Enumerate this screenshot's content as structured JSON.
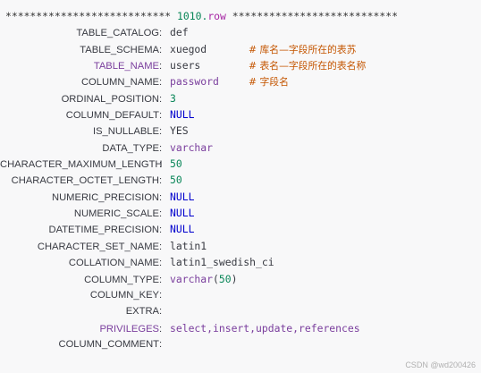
{
  "header": {
    "stars_left": "*************************** ",
    "row_number": "1010.",
    "row_word": "row",
    "stars_right": " ***************************"
  },
  "rows": [
    {
      "key": "TABLE_CATALOG",
      "value": "def",
      "comment": ""
    },
    {
      "key": "TABLE_SCHEMA",
      "value": "xuegod",
      "comment": "# 库名—字段所在的表苏"
    },
    {
      "key": "TABLE_NAME",
      "value": "users",
      "comment": "# 表名—字段所在的表名称"
    },
    {
      "key": "COLUMN_NAME",
      "value": "password",
      "comment": "# 字段名"
    },
    {
      "key": "ORDINAL_POSITION",
      "value": "3",
      "comment": ""
    },
    {
      "key": "COLUMN_DEFAULT",
      "value": "NULL",
      "comment": ""
    },
    {
      "key": "IS_NULLABLE",
      "value": "YES",
      "comment": ""
    },
    {
      "key": "DATA_TYPE",
      "value": "varchar",
      "comment": ""
    },
    {
      "key": "CHARACTER_MAXIMUM_LENGTH",
      "value": "50",
      "comment": ""
    },
    {
      "key": "CHARACTER_OCTET_LENGTH",
      "value": "50",
      "comment": ""
    },
    {
      "key": "NUMERIC_PRECISION",
      "value": "NULL",
      "comment": ""
    },
    {
      "key": "NUMERIC_SCALE",
      "value": "NULL",
      "comment": ""
    },
    {
      "key": "DATETIME_PRECISION",
      "value": "NULL",
      "comment": ""
    },
    {
      "key": "CHARACTER_SET_NAME",
      "value": "latin1",
      "comment": ""
    },
    {
      "key": "COLLATION_NAME",
      "value": "latin1_swedish_ci",
      "comment": ""
    },
    {
      "key": "COLUMN_TYPE",
      "value_word": "varchar",
      "value_paren_open": "(",
      "value_num": "50",
      "value_paren_close": ")",
      "comment": ""
    },
    {
      "key": "COLUMN_KEY",
      "value": "",
      "comment": ""
    },
    {
      "key": "EXTRA",
      "value": "",
      "comment": ""
    },
    {
      "key": "PRIVILEGES",
      "value": "select,insert,update,references",
      "comment": ""
    },
    {
      "key": "COLUMN_COMMENT",
      "value": "",
      "comment": ""
    }
  ],
  "separator": ":",
  "watermark": "CSDN @wd200426",
  "colors": {
    "background": "#f8f8f9",
    "key_text": "#383a42",
    "keyword_purple": "#7a3e9d",
    "number_green": "#098658",
    "type_blue": "#0000cd",
    "comment_orange": "#c45500"
  }
}
